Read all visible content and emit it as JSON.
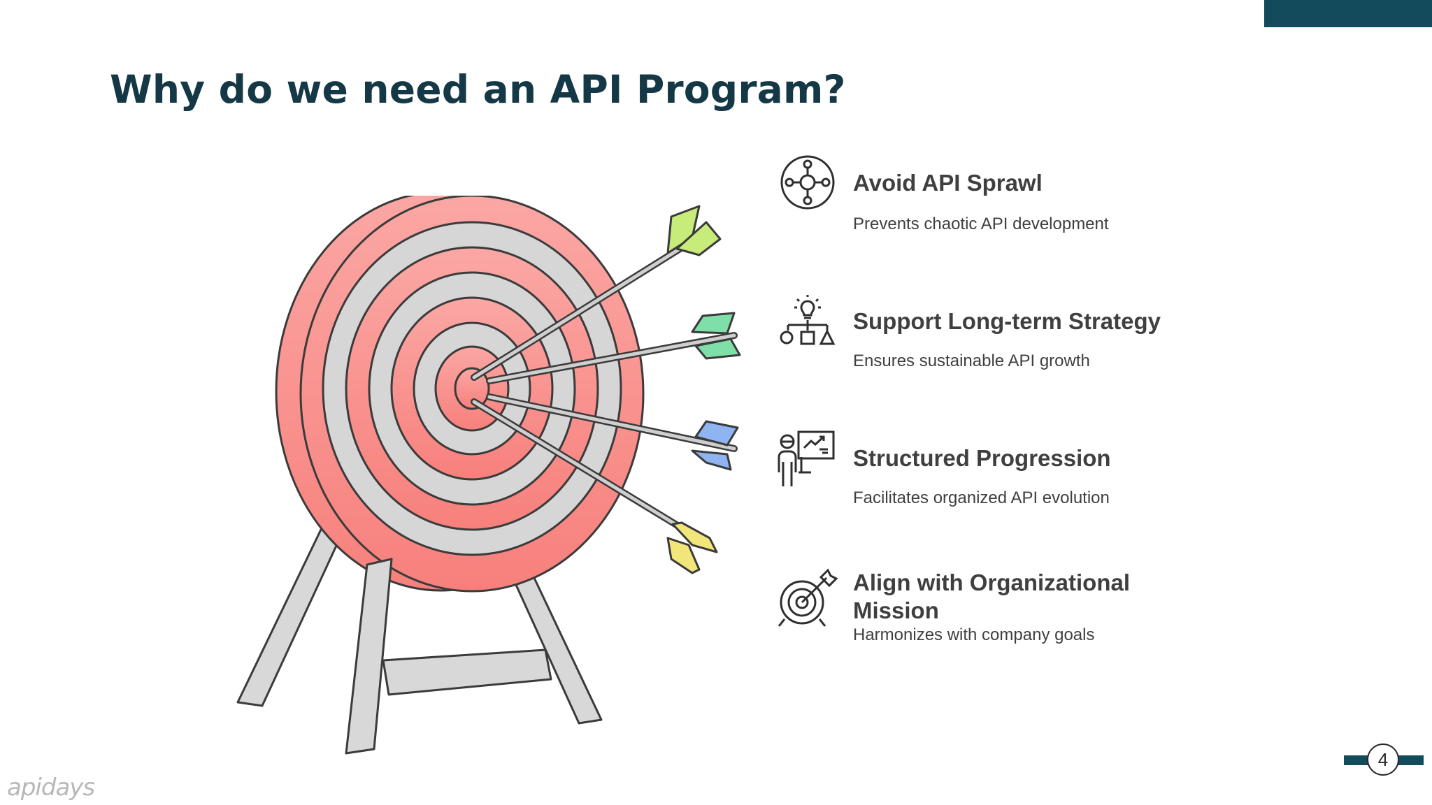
{
  "slide": {
    "title": "Why do we need an API Program?",
    "page_number": "4",
    "logo_text": "apidays"
  },
  "items": [
    {
      "icon": "network-nodes-icon",
      "title": "Avoid API Sprawl",
      "description": "Prevents chaotic API development"
    },
    {
      "icon": "lightbulb-shapes-icon",
      "title": "Support Long-term Strategy",
      "description": "Ensures sustainable API growth"
    },
    {
      "icon": "presenter-chart-icon",
      "title": "Structured Progression",
      "description": "Facilitates organized API evolution"
    },
    {
      "icon": "target-arrow-icon",
      "title": "Align with Organizational Mission",
      "description": "Harmonizes with company goals"
    }
  ],
  "colors": {
    "accent": "#134b5c",
    "title": "#143845",
    "text": "#3f3f3f",
    "target_red": "#f98c8a",
    "target_gray": "#d6d6d6",
    "fletch_lime": "#c8ec7a",
    "fletch_green": "#7ee0a8",
    "fletch_blue": "#8eb4f2",
    "fletch_yellow": "#f2e67a"
  }
}
